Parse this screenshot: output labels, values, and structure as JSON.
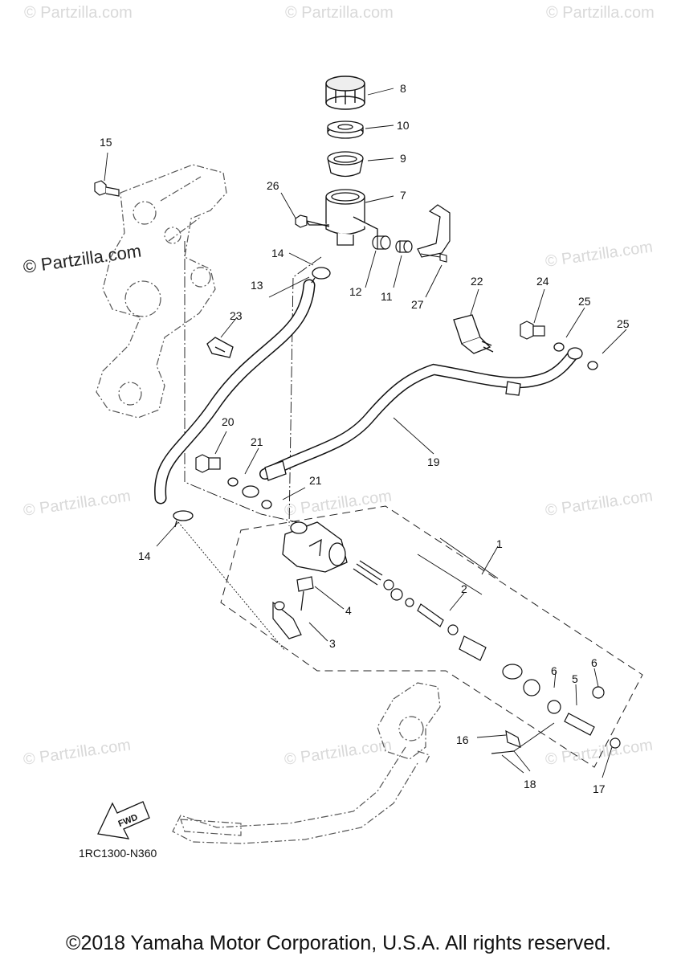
{
  "watermark": "© Partzilla.com",
  "diagram_code": "1RC1300-N360",
  "fwd_label": "FWD",
  "copyright": "©2018 Yamaha Motor Corporation, U.S.A. All rights reserved.",
  "callouts": [
    {
      "id": "8",
      "text": "8"
    },
    {
      "id": "10",
      "text": "10"
    },
    {
      "id": "9",
      "text": "9"
    },
    {
      "id": "7",
      "text": "7"
    },
    {
      "id": "26",
      "text": "26"
    },
    {
      "id": "15",
      "text": "15"
    },
    {
      "id": "14a",
      "text": "14"
    },
    {
      "id": "13",
      "text": "13"
    },
    {
      "id": "12",
      "text": "12"
    },
    {
      "id": "11",
      "text": "11"
    },
    {
      "id": "27",
      "text": "27"
    },
    {
      "id": "22",
      "text": "22"
    },
    {
      "id": "24",
      "text": "24"
    },
    {
      "id": "25a",
      "text": "25"
    },
    {
      "id": "25b",
      "text": "25"
    },
    {
      "id": "23",
      "text": "23"
    },
    {
      "id": "20",
      "text": "20"
    },
    {
      "id": "21a",
      "text": "21"
    },
    {
      "id": "21b",
      "text": "21"
    },
    {
      "id": "19",
      "text": "19"
    },
    {
      "id": "14b",
      "text": "14"
    },
    {
      "id": "1",
      "text": "1"
    },
    {
      "id": "2",
      "text": "2"
    },
    {
      "id": "4",
      "text": "4"
    },
    {
      "id": "3",
      "text": "3"
    },
    {
      "id": "6a",
      "text": "6"
    },
    {
      "id": "6b",
      "text": "6"
    },
    {
      "id": "5",
      "text": "5"
    },
    {
      "id": "16",
      "text": "16"
    },
    {
      "id": "18",
      "text": "18"
    },
    {
      "id": "17",
      "text": "17"
    }
  ]
}
